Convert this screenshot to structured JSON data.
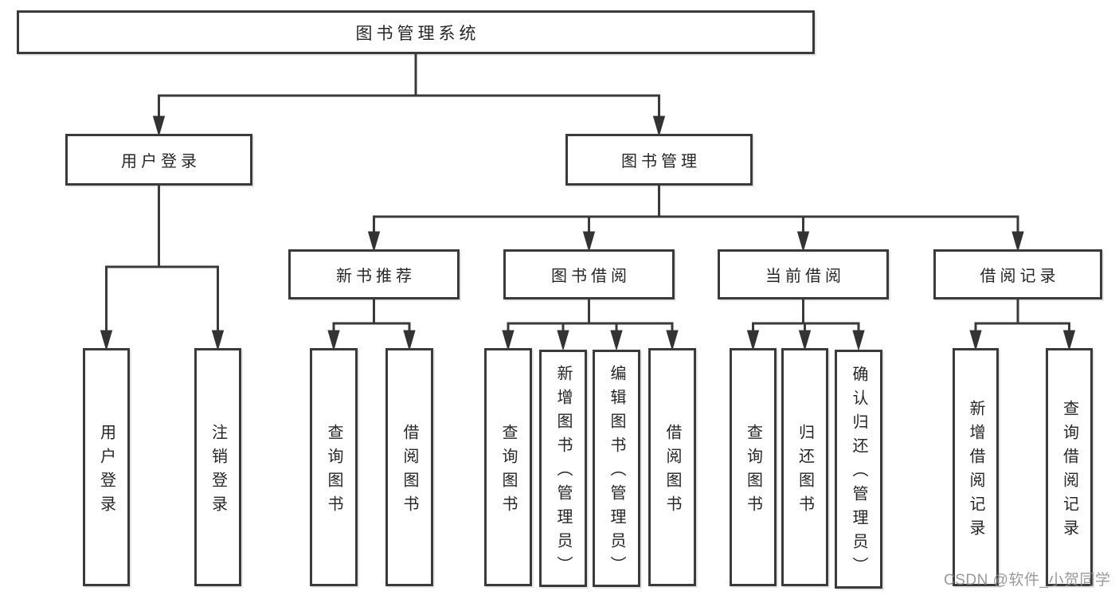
{
  "tree": {
    "root": {
      "label": "图书管理系统",
      "children": [
        {
          "label": "用户登录",
          "children": [
            {
              "label": "用户登录"
            },
            {
              "label": "注销登录"
            }
          ]
        },
        {
          "label": "图书管理",
          "children": [
            {
              "label": "新书推荐",
              "children": [
                {
                  "label": "查询图书"
                },
                {
                  "label": "借阅图书"
                }
              ]
            },
            {
              "label": "图书借阅",
              "children": [
                {
                  "label": "查询图书"
                },
                {
                  "label": "新增图书（管理员）"
                },
                {
                  "label": "编辑图书（管理员）"
                },
                {
                  "label": "借阅图书"
                }
              ]
            },
            {
              "label": "当前借阅",
              "children": [
                {
                  "label": "查询图书"
                },
                {
                  "label": "归还图书"
                },
                {
                  "label": "确认归还（管理员）"
                }
              ]
            },
            {
              "label": "借阅记录",
              "children": [
                {
                  "label": "新增借阅记录"
                },
                {
                  "label": "查询借阅记录"
                }
              ]
            }
          ]
        }
      ]
    }
  },
  "watermark": "CSDN @软件_小贺同学",
  "colors": {
    "line": "#3a3a3a",
    "text": "#262626",
    "background": "#ffffff",
    "watermark": "#8c8c8c"
  }
}
